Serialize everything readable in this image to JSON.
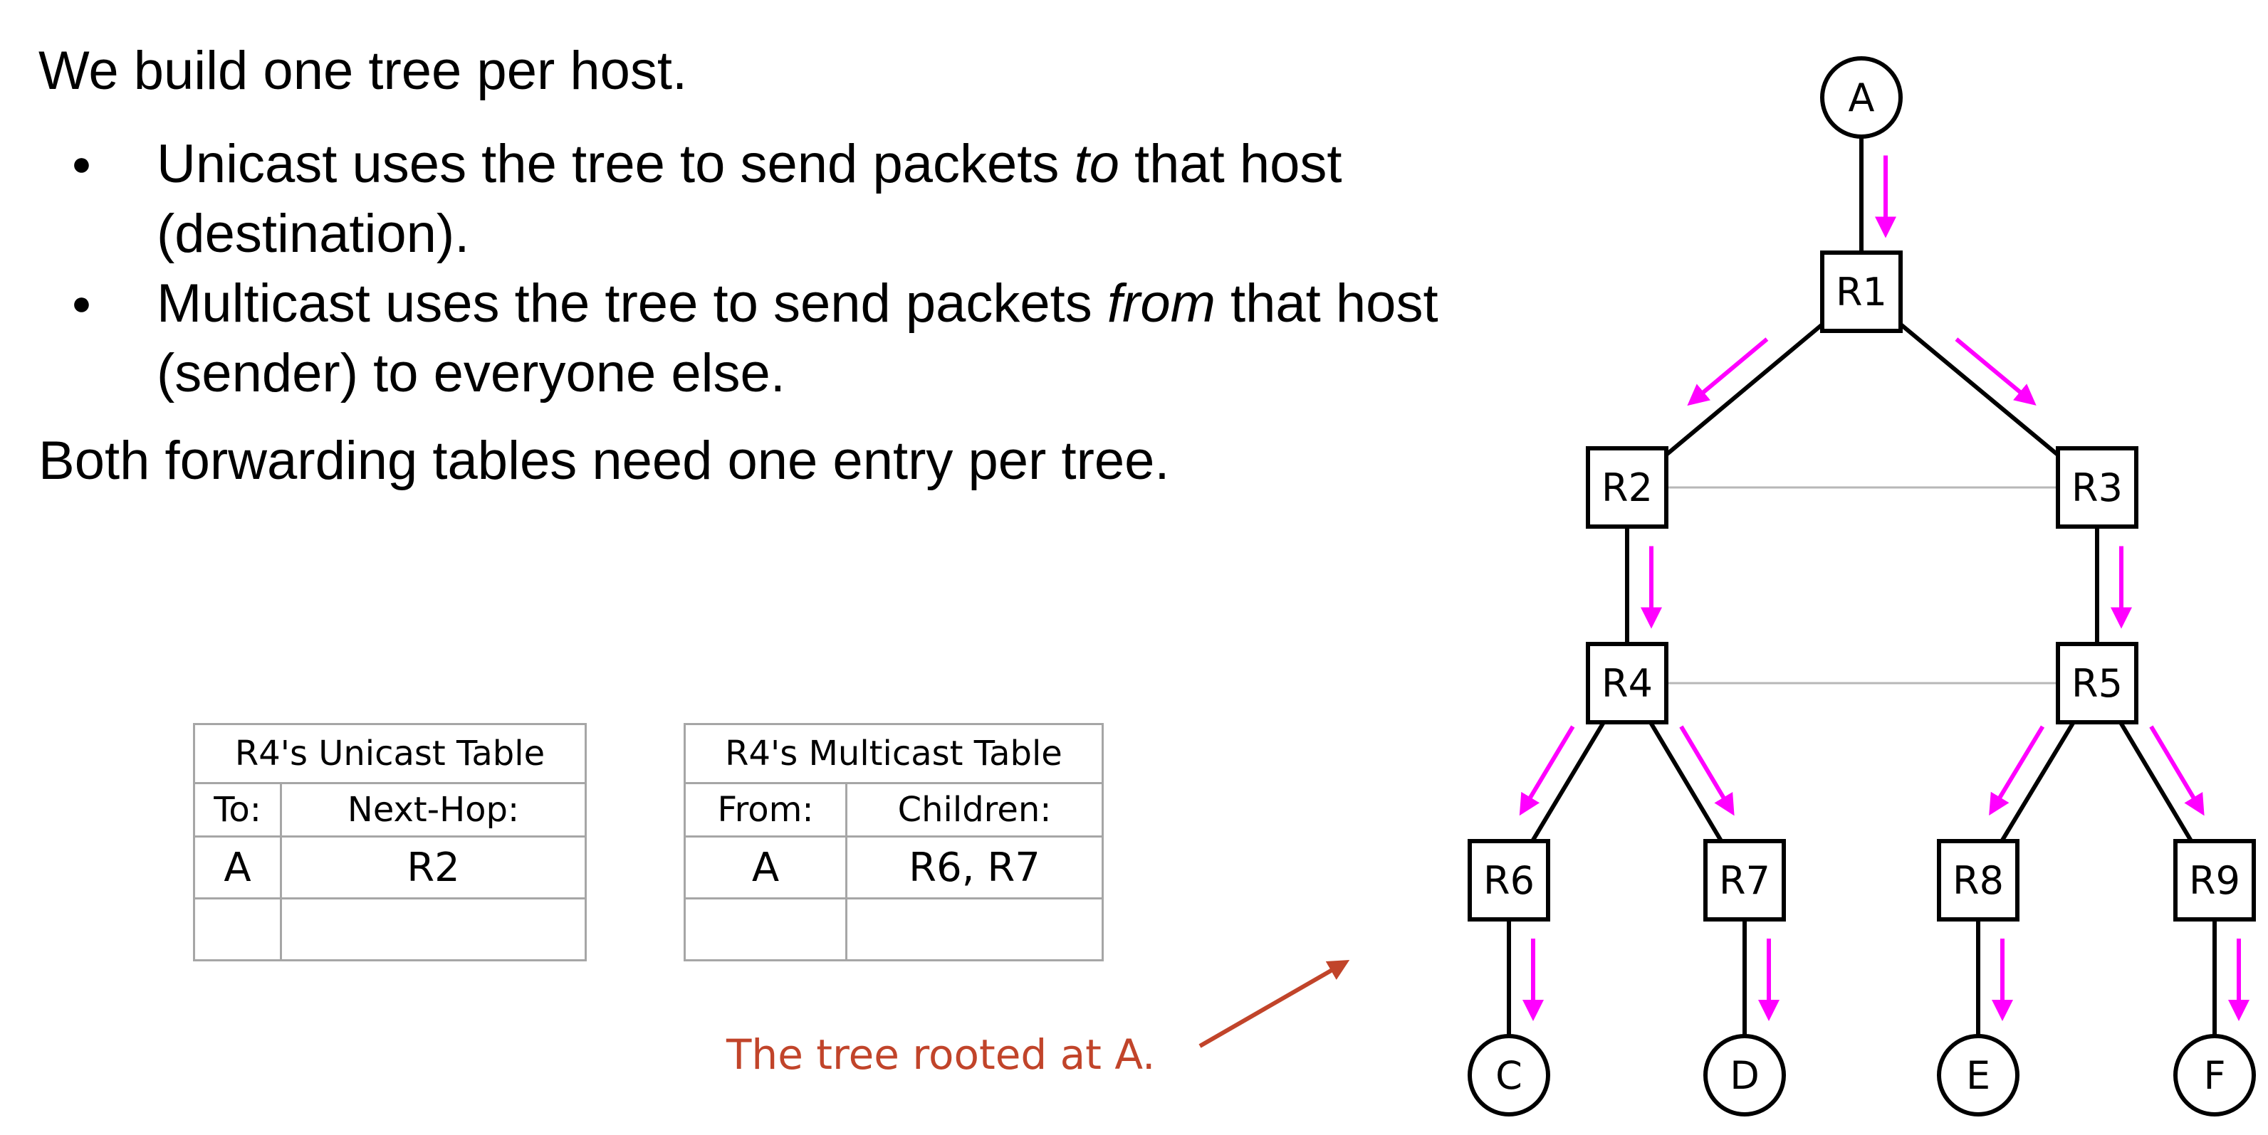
{
  "intro": "We build one tree per host.",
  "bullets": [
    {
      "before": "Unicast uses the tree to send packets ",
      "em": "to",
      "after": " that host (destination)."
    },
    {
      "before": "Multicast uses the tree to send packets ",
      "em": "from",
      "after": " that host (sender) to everyone else."
    }
  ],
  "summary": "Both forwarding tables need one entry per tree.",
  "unicast_table": {
    "title": "R4's Unicast Table",
    "columns": [
      "To:",
      "Next-Hop:"
    ],
    "rows": [
      [
        "A",
        "R2"
      ],
      [
        "",
        ""
      ]
    ]
  },
  "multicast_table": {
    "title": "R4's Multicast Table",
    "columns": [
      "From:",
      "Children:"
    ],
    "rows": [
      [
        "A",
        "R6, R7"
      ],
      [
        "",
        ""
      ]
    ]
  },
  "caption": "The tree rooted at A.",
  "tree": {
    "hosts": [
      "A",
      "C",
      "D",
      "E",
      "F"
    ],
    "routers": [
      "R1",
      "R2",
      "R3",
      "R4",
      "R5",
      "R6",
      "R7",
      "R8",
      "R9"
    ],
    "tree_links": [
      [
        "A",
        "R1"
      ],
      [
        "R1",
        "R2"
      ],
      [
        "R1",
        "R3"
      ],
      [
        "R2",
        "R4"
      ],
      [
        "R3",
        "R5"
      ],
      [
        "R4",
        "R6"
      ],
      [
        "R4",
        "R7"
      ],
      [
        "R5",
        "R8"
      ],
      [
        "R5",
        "R9"
      ],
      [
        "R6",
        "C"
      ],
      [
        "R7",
        "D"
      ],
      [
        "R8",
        "E"
      ],
      [
        "R9",
        "F"
      ]
    ],
    "other_links": [
      [
        "R2",
        "R3"
      ],
      [
        "R4",
        "R5"
      ]
    ]
  },
  "colors": {
    "arrow": "#ff00ff",
    "caption": "#c1442a",
    "tree_link": "#000000",
    "other_link": "#b7b7b7",
    "table_border": "#a6a6a6"
  }
}
